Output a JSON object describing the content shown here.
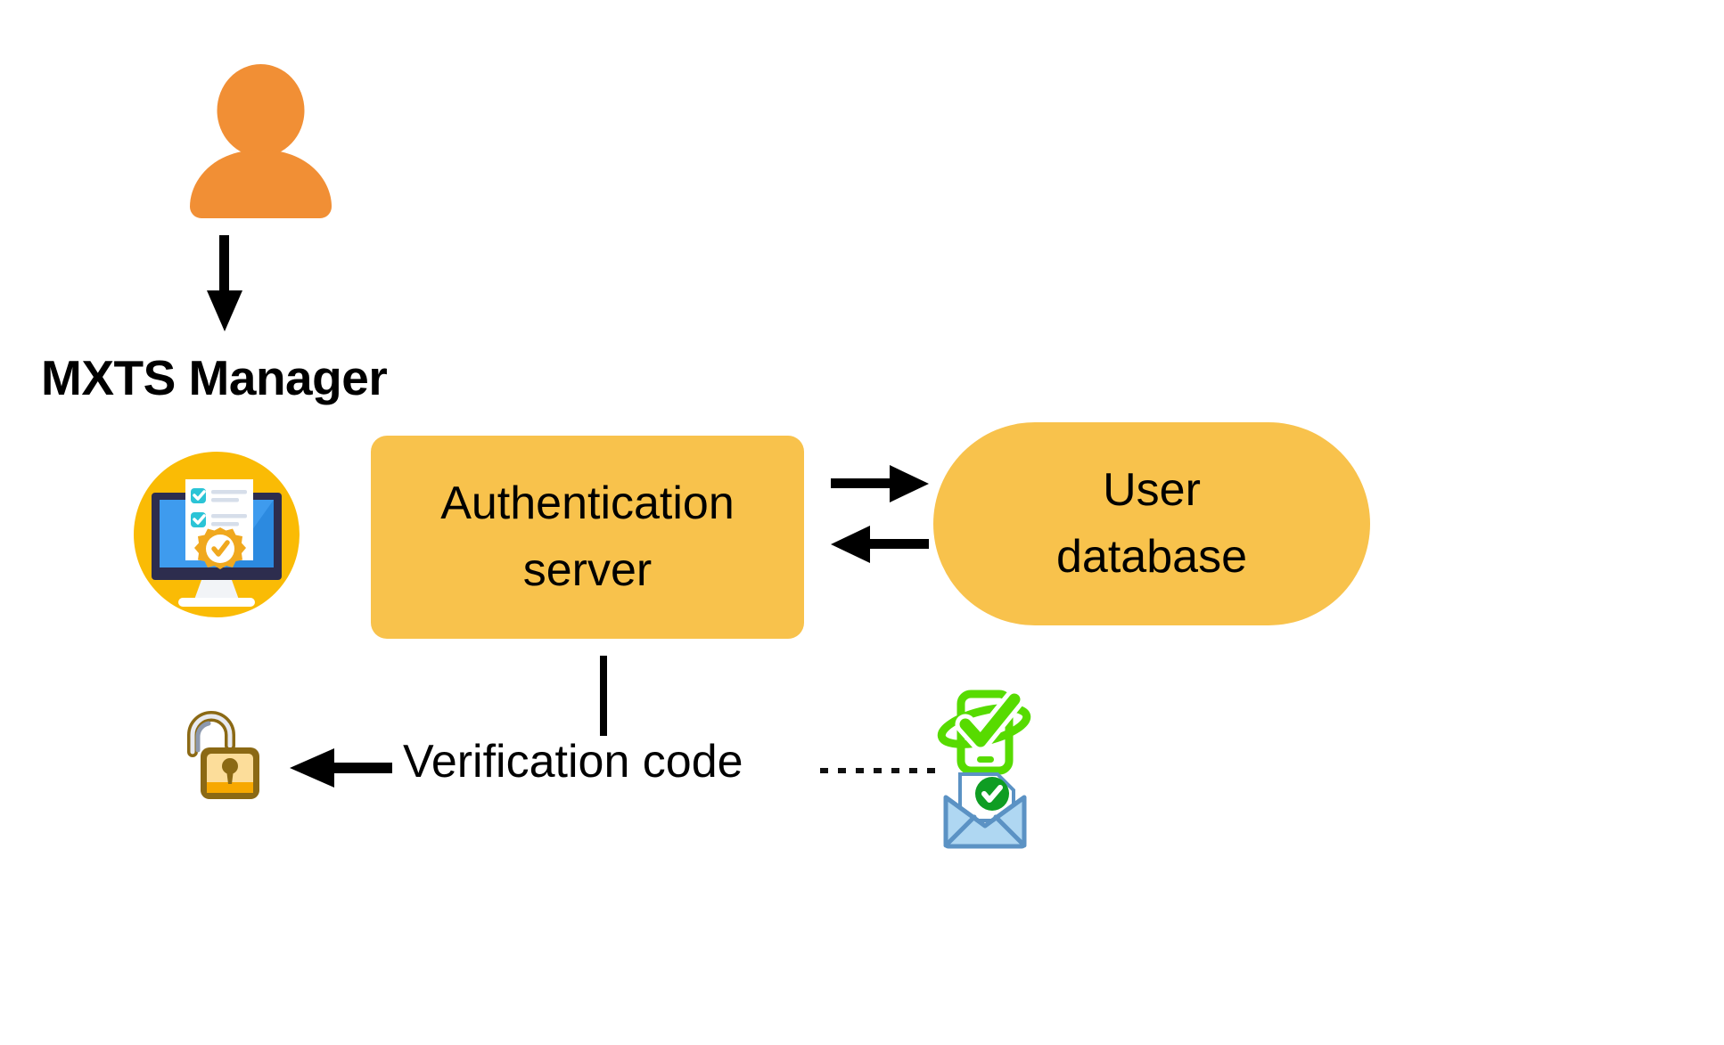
{
  "diagram": {
    "title_label": "MXTS Manager",
    "nodes": {
      "auth_server": "Authentication\nserver",
      "auth_server_line1": "Authentication",
      "auth_server_line2": "server",
      "user_database_line1": "User",
      "user_database_line2": "database",
      "verification_code": "Verification code"
    },
    "icons": {
      "person": "person-icon",
      "monitor_checklist": "monitor-checklist-icon",
      "padlock_open": "open-padlock-icon",
      "phone_check": "phone-check-icon",
      "email_check": "email-envelope-check-icon",
      "arrow_down": "arrow-down-icon",
      "arrow_right": "arrow-right-icon",
      "arrow_left": "arrow-left-icon"
    },
    "colors": {
      "person_orange": "#F18F35",
      "node_amber": "#F8C24C",
      "icon_circle_yellow": "#FABB05",
      "monitor_screen_blue": "#3E9BEE",
      "monitor_bezel_navy": "#2D2D4E",
      "checkbox_teal": "#2BC4D6",
      "gear_amber": "#F0A81E",
      "padlock_outline": "#8B6914",
      "padlock_body": "#FCDD9A",
      "padlock_base": "#F7A800",
      "padlock_shackle": "#E8EAF0",
      "phone_green": "#57DB00",
      "envelope_blue": "#5B92C4",
      "envelope_fill": "#AFD7F2",
      "check_green": "#0F9D23",
      "line_black": "#000000",
      "background": "#FFFFFF"
    },
    "connectors": [
      {
        "name": "person-to-manager",
        "style": "solid-arrow",
        "direction": "down"
      },
      {
        "name": "server-to-database",
        "style": "solid-arrow",
        "direction": "right"
      },
      {
        "name": "database-to-server",
        "style": "solid-arrow",
        "direction": "left"
      },
      {
        "name": "server-to-verification",
        "style": "solid-line",
        "direction": "down"
      },
      {
        "name": "verification-to-lock",
        "style": "solid-arrow",
        "direction": "left"
      },
      {
        "name": "verification-to-channels",
        "style": "dotted-line",
        "direction": "right"
      }
    ]
  }
}
